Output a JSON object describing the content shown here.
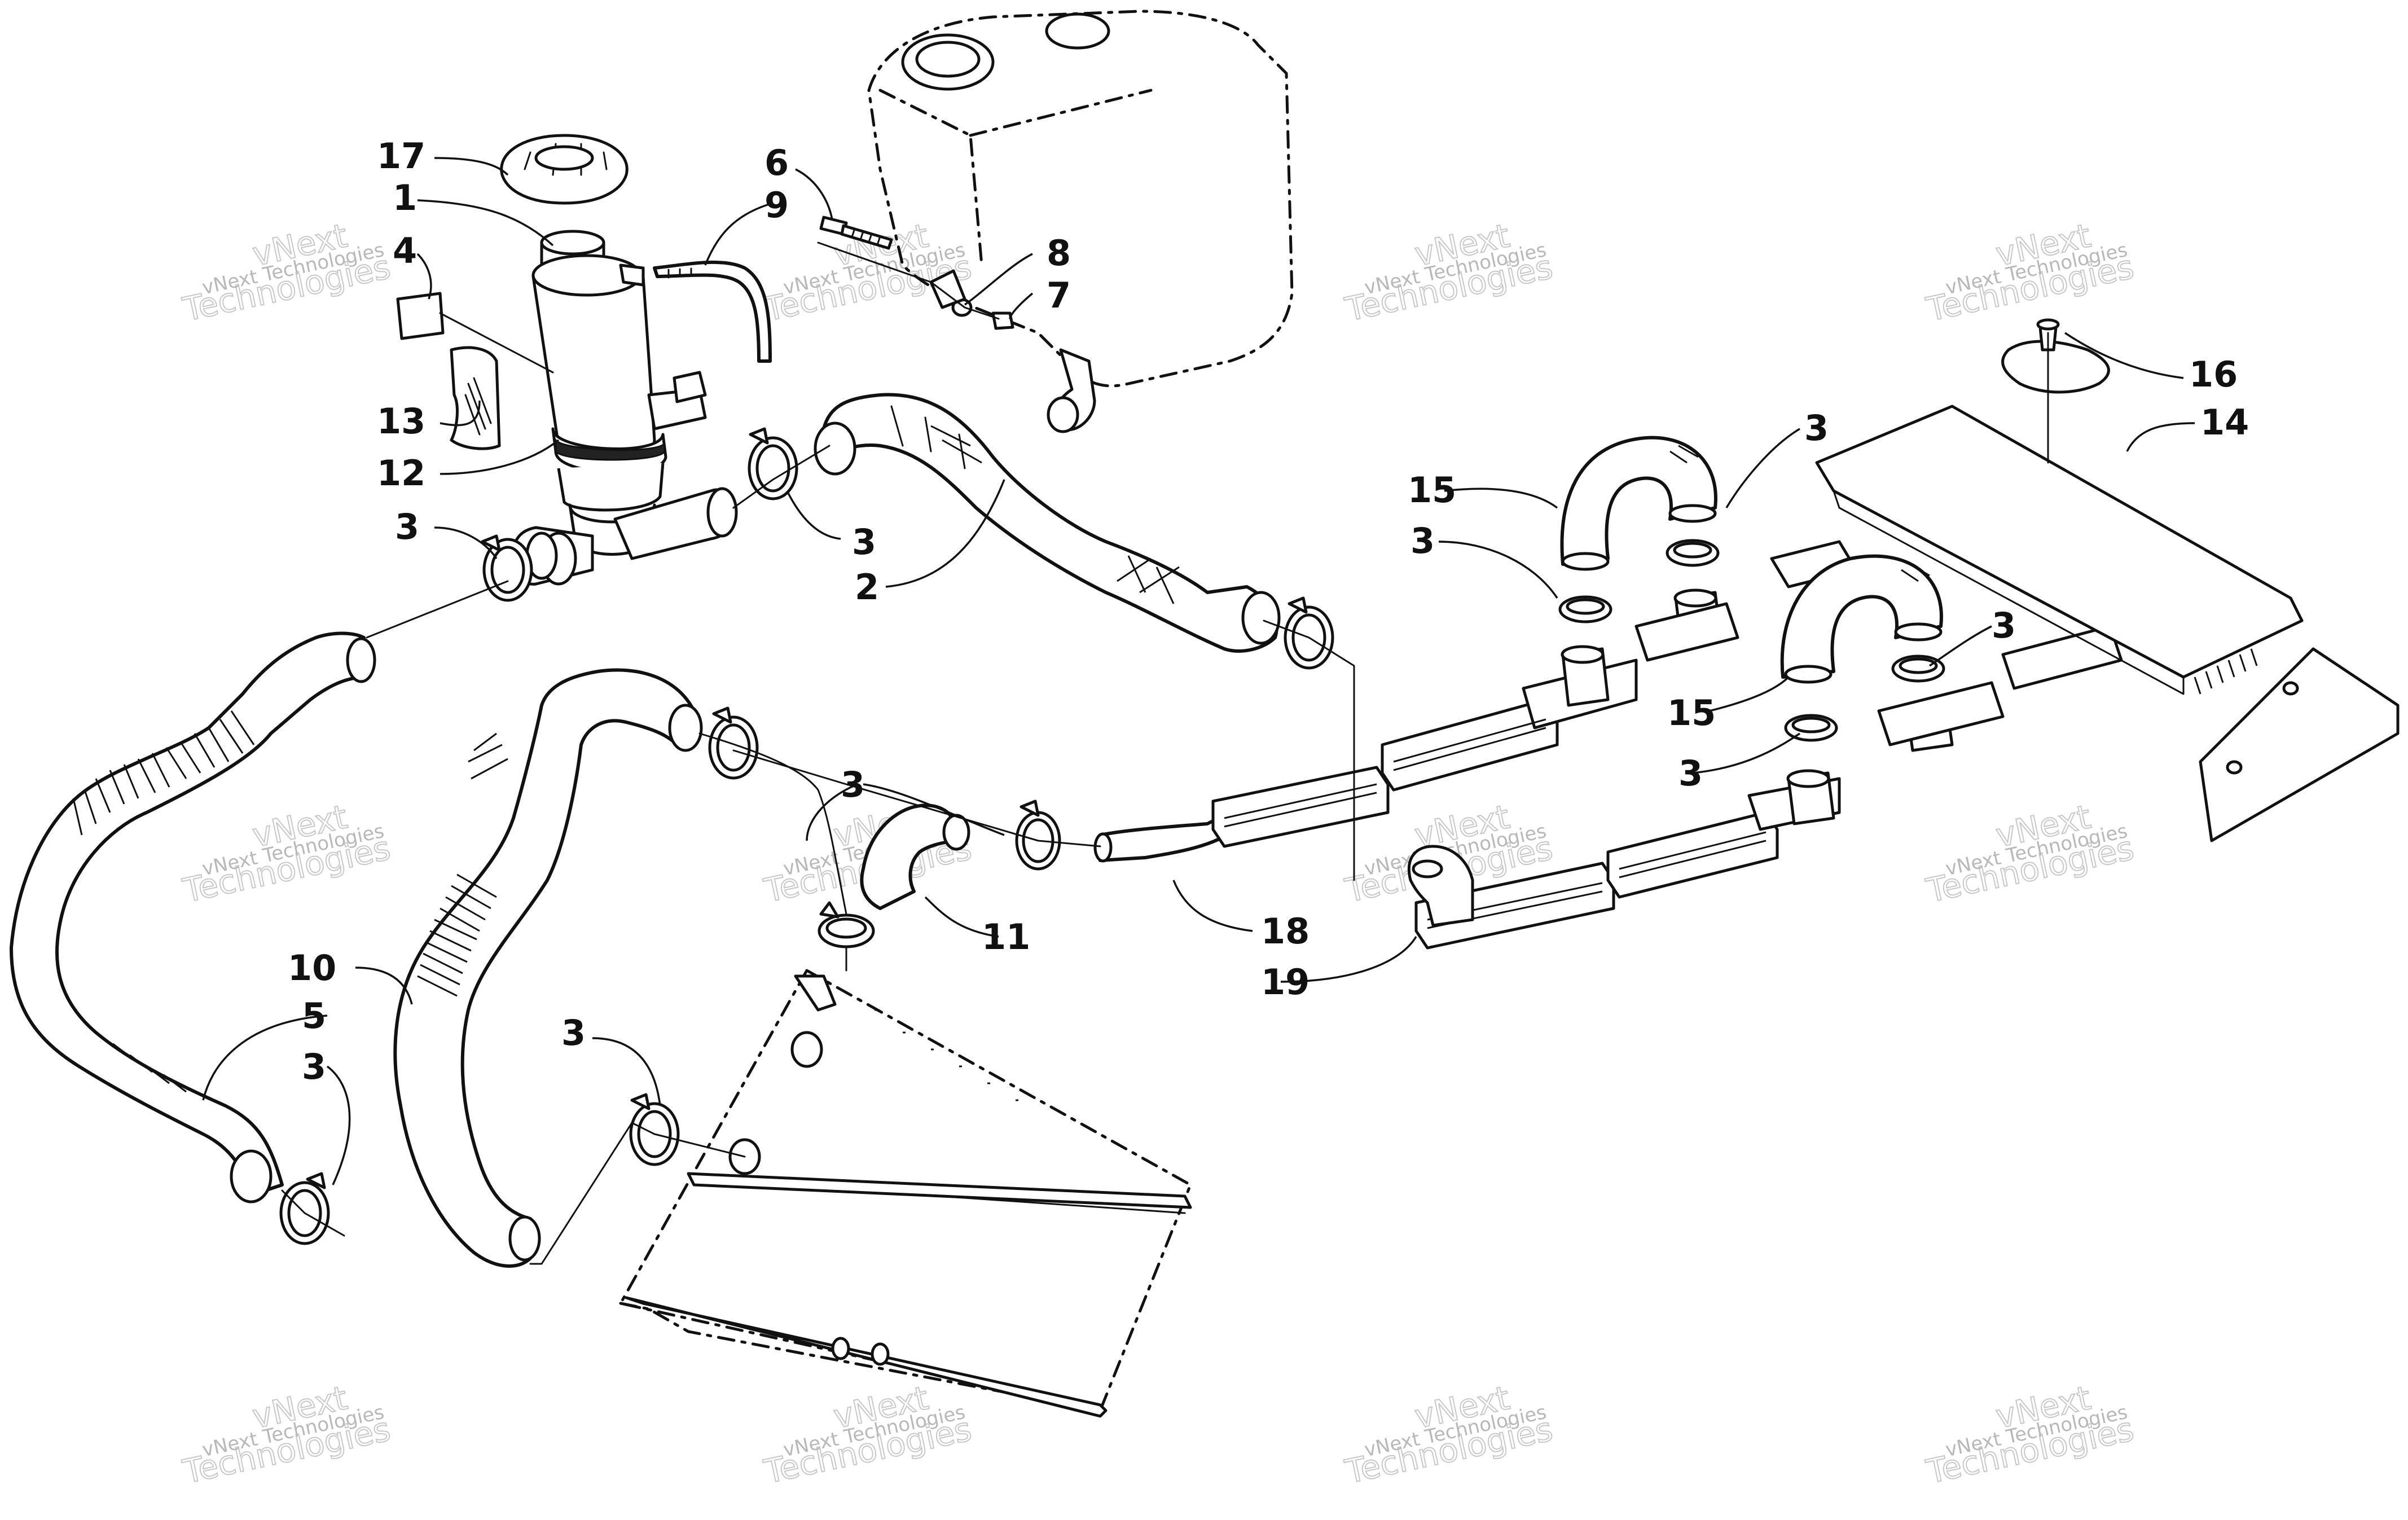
{
  "watermark": {
    "line1": "vNext Technologies",
    "line2": "vNext",
    "line3": "Technologies"
  },
  "callouts": [
    {
      "id": "callout-17",
      "text": "17"
    },
    {
      "id": "callout-1",
      "text": "1"
    },
    {
      "id": "callout-4",
      "text": "4"
    },
    {
      "id": "callout-13",
      "text": "13"
    },
    {
      "id": "callout-12",
      "text": "12"
    },
    {
      "id": "callout-3a",
      "text": "3"
    },
    {
      "id": "callout-6",
      "text": "6"
    },
    {
      "id": "callout-9",
      "text": "9"
    },
    {
      "id": "callout-8",
      "text": "8"
    },
    {
      "id": "callout-7",
      "text": "7"
    },
    {
      "id": "callout-3b",
      "text": "3"
    },
    {
      "id": "callout-2",
      "text": "2"
    },
    {
      "id": "callout-16",
      "text": "16"
    },
    {
      "id": "callout-14",
      "text": "14"
    },
    {
      "id": "callout-3c",
      "text": "3"
    },
    {
      "id": "callout-15a",
      "text": "15"
    },
    {
      "id": "callout-3d",
      "text": "3"
    },
    {
      "id": "callout-3e",
      "text": "3"
    },
    {
      "id": "callout-15b",
      "text": "15"
    },
    {
      "id": "callout-3f",
      "text": "3"
    },
    {
      "id": "callout-3g",
      "text": "3"
    },
    {
      "id": "callout-11",
      "text": "11"
    },
    {
      "id": "callout-18",
      "text": "18"
    },
    {
      "id": "callout-19",
      "text": "19"
    },
    {
      "id": "callout-10",
      "text": "10"
    },
    {
      "id": "callout-5",
      "text": "5"
    },
    {
      "id": "callout-3h",
      "text": "3"
    },
    {
      "id": "callout-3i",
      "text": "3"
    }
  ]
}
